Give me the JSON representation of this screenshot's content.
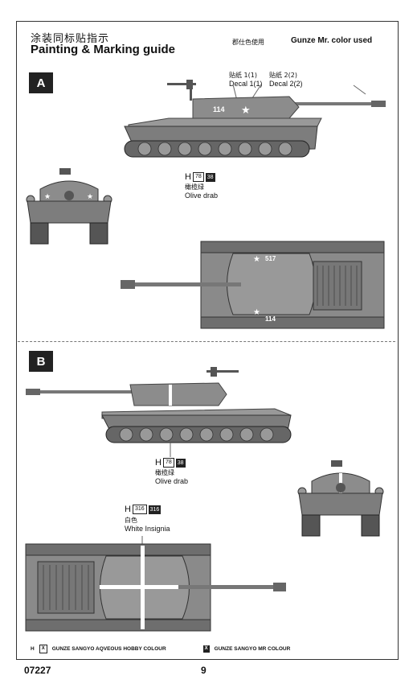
{
  "header": {
    "title_cn": "涂装同标贴指示",
    "title_en": "Painting & Marking guide",
    "gunze_cn": "郡仕色使用",
    "gunze_en": "Gunze Mr. color used"
  },
  "scheme_a": {
    "badge": "A",
    "decal1_cn": "贴纸 1(1)",
    "decal1_en": "Decal 1(1)",
    "decal2_cn": "贴纸 2(2)",
    "decal2_en": "Decal 2(2)",
    "color_prefix": "H",
    "color_code_a": "78",
    "color_code_b": "38",
    "color_cn": "橄榄绿",
    "color_en": "Olive drab",
    "marking_side": "114",
    "marking_top1": "517",
    "marking_top2": "114"
  },
  "scheme_b": {
    "badge": "B",
    "color_prefix": "H",
    "color_code_a": "78",
    "color_code_b": "38",
    "color_cn": "橄榄绿",
    "color_en": "Olive drab",
    "insignia_prefix": "H",
    "insignia_code_a": "316",
    "insignia_code_b": "316",
    "insignia_cn": "白色",
    "insignia_en": "White Insignia"
  },
  "footer": {
    "legend_h": "H",
    "legend_h_box": "X",
    "legend_aqueous": "GUNZE SANGYO AQVEOUS HOBBY COLOUR",
    "legend_mr_box": "X",
    "legend_mr": "GUNZE SANGYO MR COLOUR",
    "product_code": "07227",
    "page_number": "9"
  },
  "colors": {
    "tank_body": "#8c8c8c",
    "tank_dark": "#555555",
    "tank_light": "#a8a8a8",
    "badge_bg": "#222222"
  }
}
